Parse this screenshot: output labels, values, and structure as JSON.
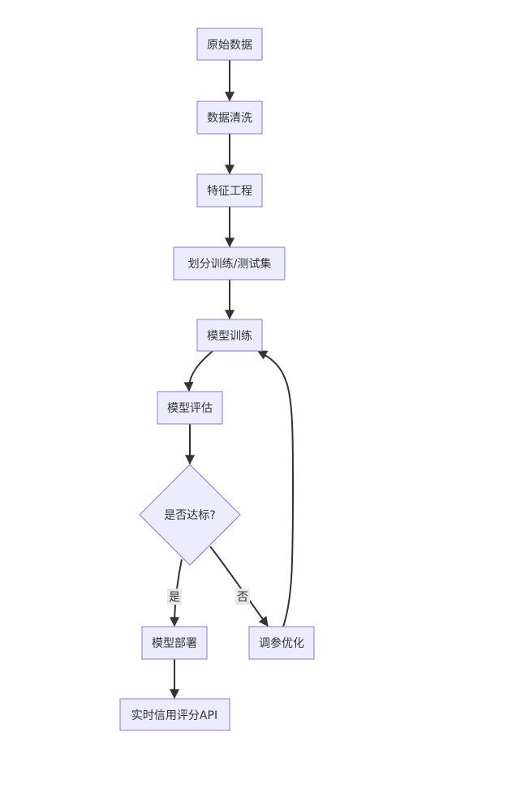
{
  "nodes": {
    "raw_data": "原始数据",
    "data_cleaning": "数据清洗",
    "feature_engineering": "特征工程",
    "split_train_test": "划分训练/测试集",
    "model_training": "模型训练",
    "model_evaluation": "模型评估",
    "meets_standard": "是否达标?",
    "model_deployment": "模型部署",
    "tuning": "调参优化",
    "realtime_api": "实时信用评分API"
  },
  "edge_labels": {
    "yes": "是",
    "no": "否"
  },
  "colors": {
    "node_fill": "#ececff",
    "node_stroke": "#9370db",
    "edge": "#333333",
    "text": "#333333"
  }
}
